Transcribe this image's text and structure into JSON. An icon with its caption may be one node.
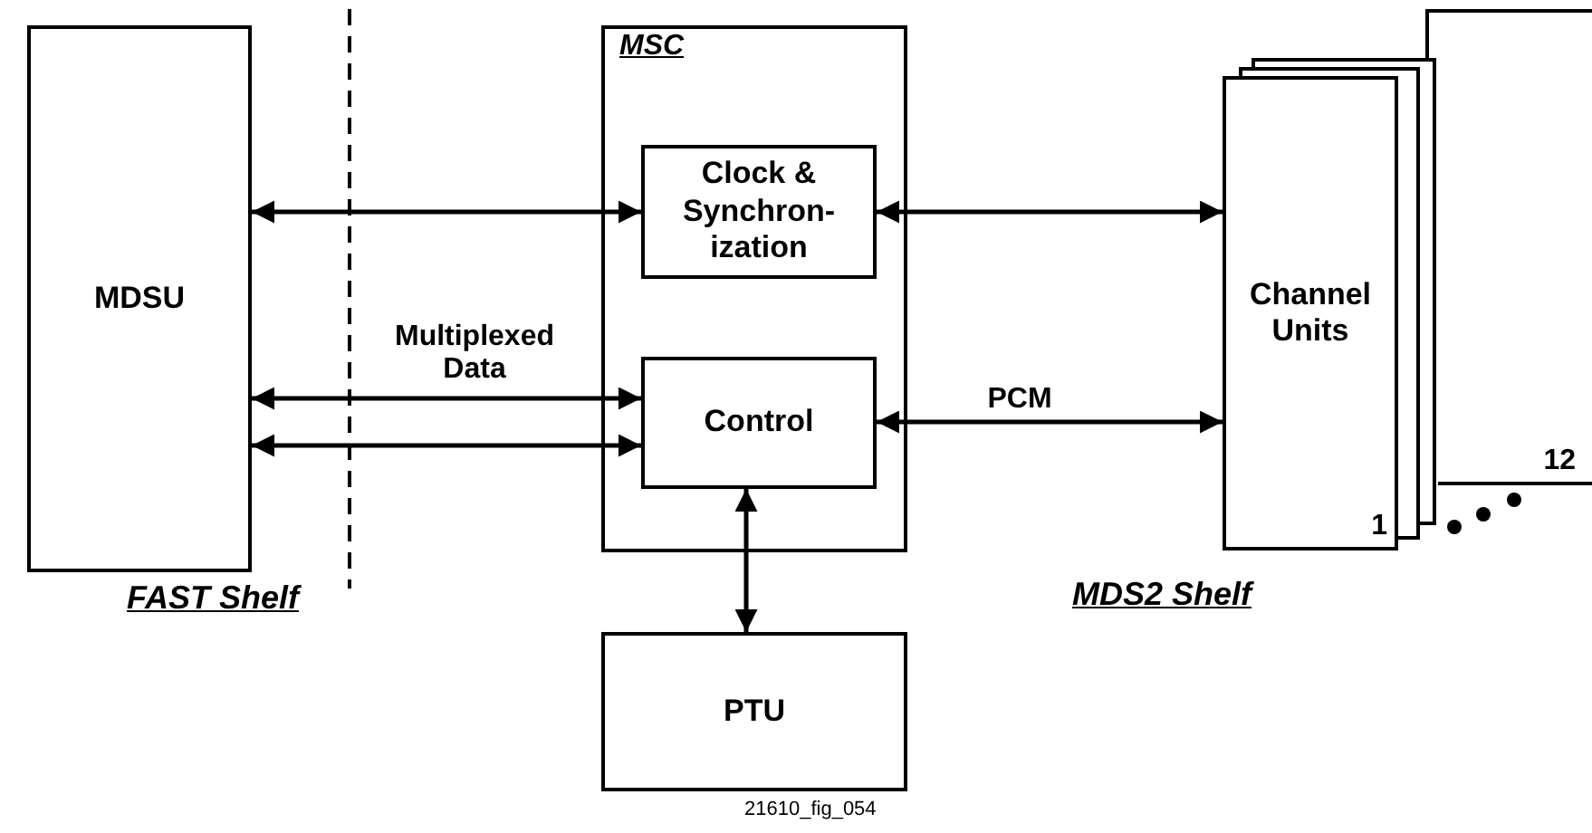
{
  "diagram": {
    "nodes": [
      {
        "text": [
          "MDSU"
        ]
      },
      {
        "text": [
          "MSC"
        ]
      },
      {
        "text": [
          "Clock & Synchron-ization"
        ],
        "in": 1
      },
      {
        "text": [
          "Control"
        ],
        "in": 1
      },
      {
        "text": [
          "PTU"
        ]
      },
      {
        "text": [
          "Channel Units",
          "1"
        ]
      },
      {
        "text": [
          "12"
        ]
      }
    ],
    "edges": [
      {
        "from": 0,
        "to": 2,
        "arrow": "both"
      },
      {
        "from": 0,
        "to": 3,
        "arrow": "both",
        "label": "Multiplexed Data"
      },
      {
        "from": 0,
        "to": 3,
        "arrow": "both"
      },
      {
        "from": 2,
        "to": 5,
        "arrow": "both"
      },
      {
        "from": 3,
        "to": 5,
        "arrow": "both",
        "label": "PCM"
      },
      {
        "from": 3,
        "to": 4,
        "arrow": "both"
      }
    ],
    "labels": [
      "FAST Shelf",
      "MDS2 Shelf",
      "21610_fig_054"
    ]
  }
}
